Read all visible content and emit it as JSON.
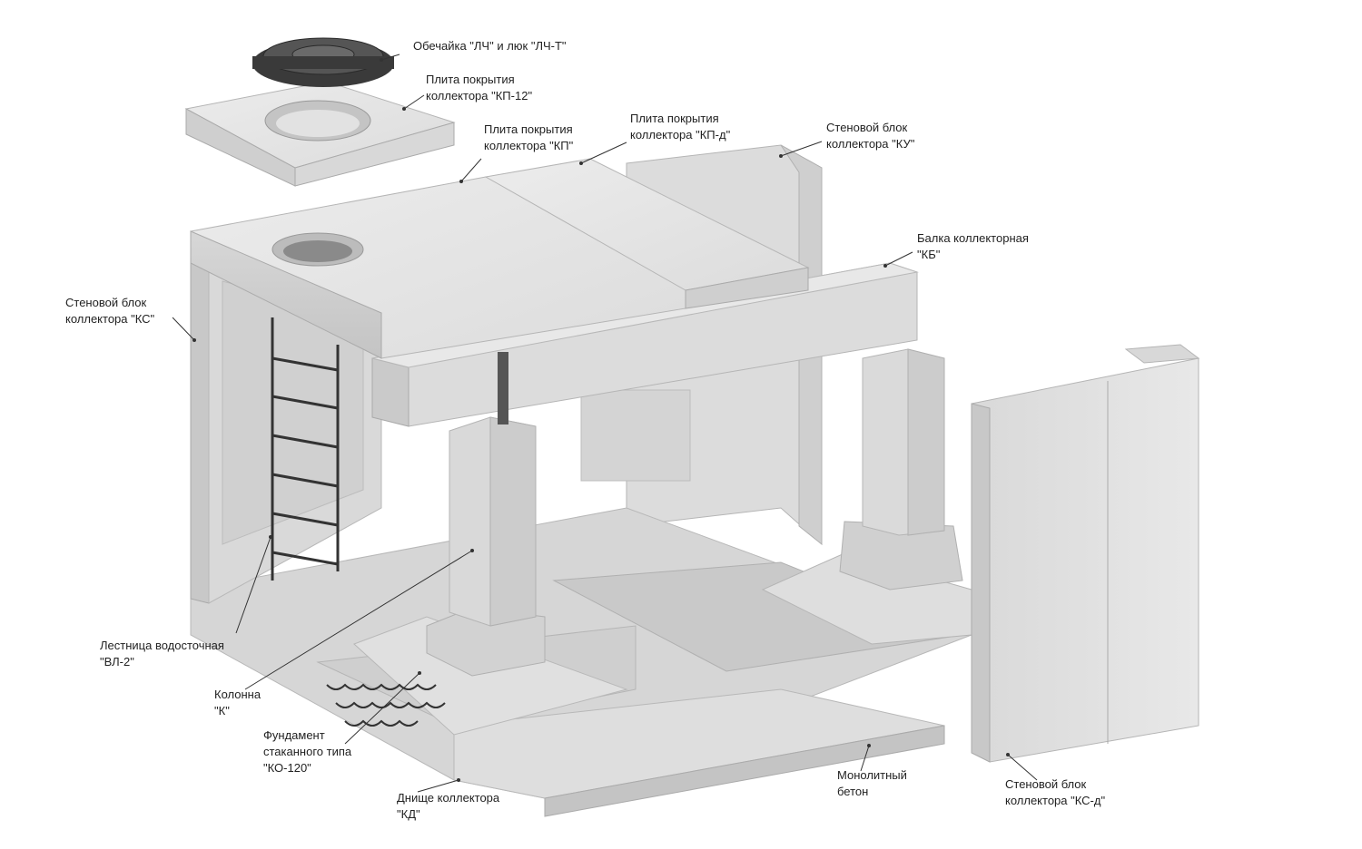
{
  "labels": {
    "hatch": {
      "line1": "Обечайка \"ЛЧ\" и люк \"ЛЧ-Т\"",
      "line2": ""
    },
    "kp12": {
      "line1": "Плита покрытия",
      "line2": "коллектора \"КП-12\""
    },
    "kp": {
      "line1": "Плита покрытия",
      "line2": "коллектора \"КП\""
    },
    "kpd": {
      "line1": "Плита покрытия",
      "line2": "коллектора \"КП-д\""
    },
    "ku": {
      "line1": "Стеновой блок",
      "line2": "коллектора \"КУ\""
    },
    "kb": {
      "line1": "Балка коллекторная",
      "line2": "\"КБ\""
    },
    "ks": {
      "line1": "Стеновой блок",
      "line2": "коллектора \"КС\""
    },
    "vl2": {
      "line1": "Лестница водосточная",
      "line2": "\"ВЛ-2\""
    },
    "k": {
      "line1": "Колонна",
      "line2": "\"К\""
    },
    "ko120": {
      "line1": "Фундамент",
      "line2": "стаканного типа",
      "line3": "\"КО-120\""
    },
    "kd": {
      "line1": "Днище коллектора",
      "line2": "\"КД\""
    },
    "monolith": {
      "line1": "Монолитный",
      "line2": "бетон"
    },
    "ksd": {
      "line1": "Стеновой блок",
      "line2": "коллектора \"КС-д\""
    }
  },
  "colors": {
    "concrete_light": "#e6e6e6",
    "concrete_mid": "#d2d2d2",
    "concrete_dark": "#bdbdbd",
    "steel": "#333333",
    "leader": "#333333"
  }
}
